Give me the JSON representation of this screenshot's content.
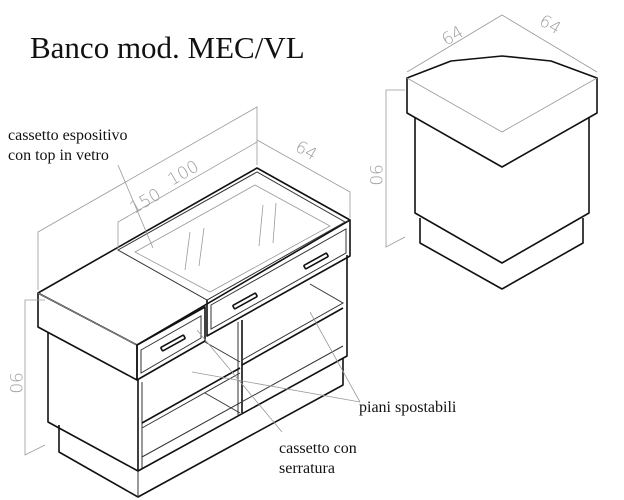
{
  "title": "Banco mod. MEC/VL",
  "labels": {
    "display_drawer_line1": "cassetto espositivo",
    "display_drawer_line2": "con top in vetro",
    "shelves": "piani spostabili",
    "lock_drawer_line1": "cassetto con",
    "lock_drawer_line2": "serratura"
  },
  "dimensions": {
    "counter_total_width": "150",
    "counter_glass_width": "100",
    "counter_depth": "64",
    "counter_height": "90",
    "corner_width_left": "64",
    "corner_width_right": "64",
    "corner_height": "90"
  }
}
